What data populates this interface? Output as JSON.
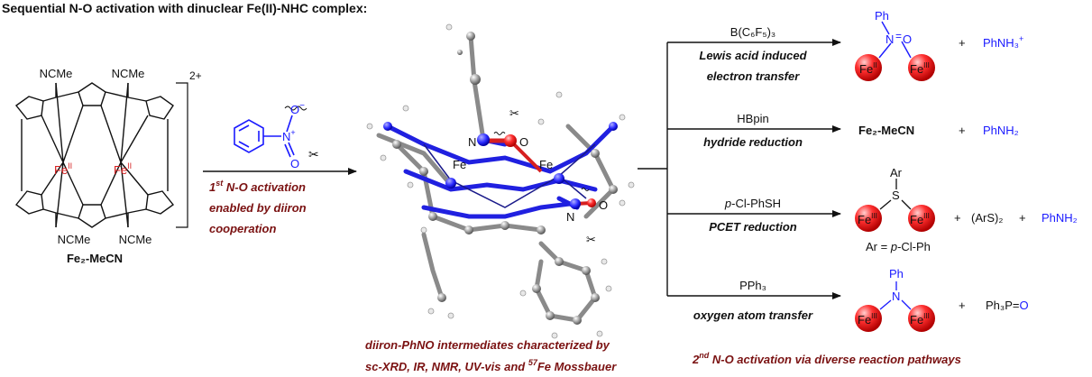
{
  "title": "Sequential N-O activation with dinuclear Fe(II)-NHC complex:",
  "complex": {
    "name": "Fe₂-MeCN",
    "charge": "2+",
    "ligand_labels": [
      "NCMe",
      "NCMe",
      "NCMe",
      "NCMe"
    ],
    "metal_label": "Fe",
    "metal_ox": "II"
  },
  "reagent": {
    "n_label": "N",
    "n_charge": "+",
    "o_minus": "O",
    "minus": "−",
    "o_bottom": "O"
  },
  "step1": {
    "line1_pre": "1",
    "line1_sup": "st",
    "line1_post": " N-O activation",
    "line2": "enabled by diiron",
    "line3": "cooperation"
  },
  "structure": {
    "atoms": {
      "N_top": "N",
      "O_top": "O",
      "Fe_left": "Fe",
      "Fe_right": "Fe",
      "N_right": "N",
      "O_right": "O"
    },
    "caption_line1": "diiron-PhNO intermediates characterized by",
    "caption_line2_pre": "sc-XRD, IR, NMR, UV-vis and ",
    "caption_line2_sup": "57",
    "caption_line2_post": "Fe Mossbauer"
  },
  "pathways": [
    {
      "reagent": "B(C₆F₅)₃",
      "condition": "Lewis acid induced",
      "condition2": "electron transfer",
      "product_top": "Ph",
      "product_mid_left": "N",
      "product_mid_right": "O",
      "fe_left": "Fe",
      "fe_left_ox": "II",
      "fe_right": "Fe",
      "fe_right_ox": "III",
      "plus": "+",
      "coproduct": "PhNH₃",
      "coproduct_sup": "+"
    },
    {
      "reagent": "HBpin",
      "condition": "hydride reduction",
      "product": "Fe₂-MeCN",
      "plus": "+",
      "coproduct": "PhNH₂"
    },
    {
      "reagent_pre": "p",
      "reagent_post": "-Cl-PhSH",
      "condition": "PCET reduction",
      "product_top": "Ar",
      "product_mid": "S",
      "fe_left": "Fe",
      "fe_left_ox": "III",
      "fe_right": "Fe",
      "fe_right_ox": "III",
      "plus": "+",
      "coproduct": "(ArS)₂",
      "plus2": "+",
      "coproduct2": "PhNH₂",
      "note_pre": "Ar = ",
      "note_ital": "p",
      "note_post": "-Cl-Ph"
    },
    {
      "reagent": "PPh₃",
      "condition": "oxygen atom transfer",
      "product_top": "Ph",
      "product_mid": "N",
      "fe_left": "Fe",
      "fe_left_ox": "III",
      "fe_right": "Fe",
      "fe_right_ox": "III",
      "plus": "+",
      "coproduct_pre": "Ph₃P=",
      "coproduct_o": "O"
    }
  ],
  "step2": {
    "pre": "2",
    "sup": "nd",
    "post": " N-O activation via diverse reaction pathways"
  }
}
